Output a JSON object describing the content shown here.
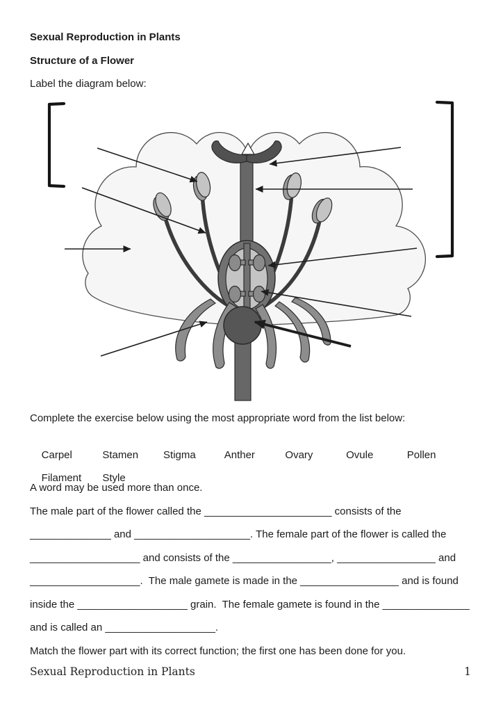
{
  "page": {
    "title": "Sexual Reproduction in Plants",
    "subtitle": "Structure of a Flower",
    "label_instruction": "Label the diagram below:"
  },
  "exercise": {
    "instruction": "Complete the exercise below using the most appropriate word from the list below:",
    "word_bank_row1": [
      "Carpel",
      "Stamen",
      "Stigma",
      "Anther",
      "Ovary",
      "Ovule",
      "Pollen"
    ],
    "word_bank_row2": [
      "Filament",
      "Style"
    ],
    "note": "A word may be used more than once.",
    "cloze_lines": [
      "The male part of the flower called the ______________________ consists of the",
      "______________ and ____________________. The female part of the flower is called the",
      "___________________ and consists of the _________________, _________________ and",
      "___________________.  The male gamete is made in the _________________ and is found",
      "inside the ___________________ grain.  The female gamete is found in the _______________",
      "and is called an ___________________."
    ],
    "match_instruction": "Match the flower part with its correct function; the first one has been done for you."
  },
  "footer": {
    "title": "Sexual Reproduction in Plants",
    "page_number": "1"
  },
  "diagram": {
    "description": "Cross-section of a flower with unlabeled arrows and brackets for labelling",
    "colors": {
      "petal": "#f6f6f6",
      "anther_front": "#c4c4c4",
      "anther_back": "#9b9b9b",
      "pistil": "#676767",
      "stigma": "#515151",
      "notch": "#ffffff",
      "ovary_wall": "#717171",
      "ovary_inner": "#c4c4c4",
      "ovule": "#8b8b8b",
      "sepal": "#8d8d8d",
      "receptacle": "#565656",
      "stem": "#676767",
      "arrow": "#1d1d1d"
    }
  }
}
